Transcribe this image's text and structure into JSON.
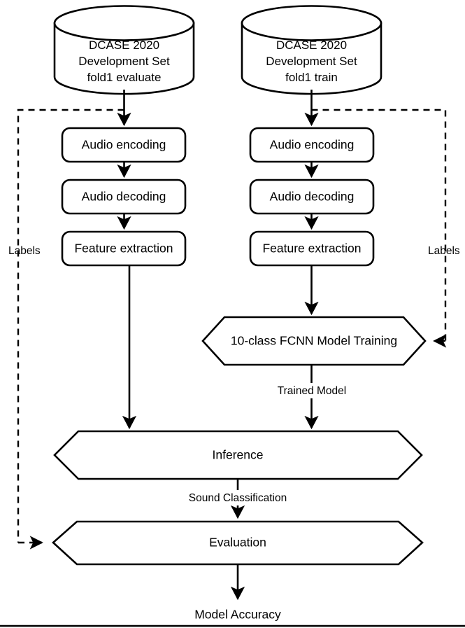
{
  "diagram": {
    "type": "flowchart",
    "title": "Sound classification pipeline flowchart",
    "datastores": [
      {
        "id": "db-eval",
        "name": "dcase-development-set-fold1-evaluate",
        "lines": [
          "DCASE  2020",
          "Development Set",
          "fold1 evaluate"
        ]
      },
      {
        "id": "db-train",
        "name": "dcase-development-set-fold1-train",
        "lines": [
          "DCASE  2020",
          "Development Set",
          "fold1 train"
        ]
      }
    ],
    "process_left": [
      {
        "id": "audio-encoding-left",
        "label": "Audio encoding"
      },
      {
        "id": "audio-decoding-left",
        "label": "Audio decoding"
      },
      {
        "id": "feature-extraction-left",
        "label": "Feature extraction"
      }
    ],
    "process_right": [
      {
        "id": "audio-encoding-right",
        "label": "Audio encoding"
      },
      {
        "id": "audio-decoding-right",
        "label": "Audio decoding"
      },
      {
        "id": "feature-extraction-right",
        "label": "Feature extraction"
      }
    ],
    "hexagons": [
      {
        "id": "fcnn-training",
        "label": "10-class FCNN Model Training"
      },
      {
        "id": "inference",
        "label": "Inference"
      },
      {
        "id": "evaluation",
        "label": "Evaluation"
      }
    ],
    "edge_labels": {
      "trained_model": "Trained Model",
      "sound_classification": "Sound Classification",
      "labels_left": "Labels",
      "labels_right": "Labels"
    },
    "terminal": {
      "model_accuracy": "Model Accuracy"
    },
    "colors": {
      "stroke": "#000000",
      "fill": "#ffffff",
      "background": "#ffffff"
    }
  }
}
